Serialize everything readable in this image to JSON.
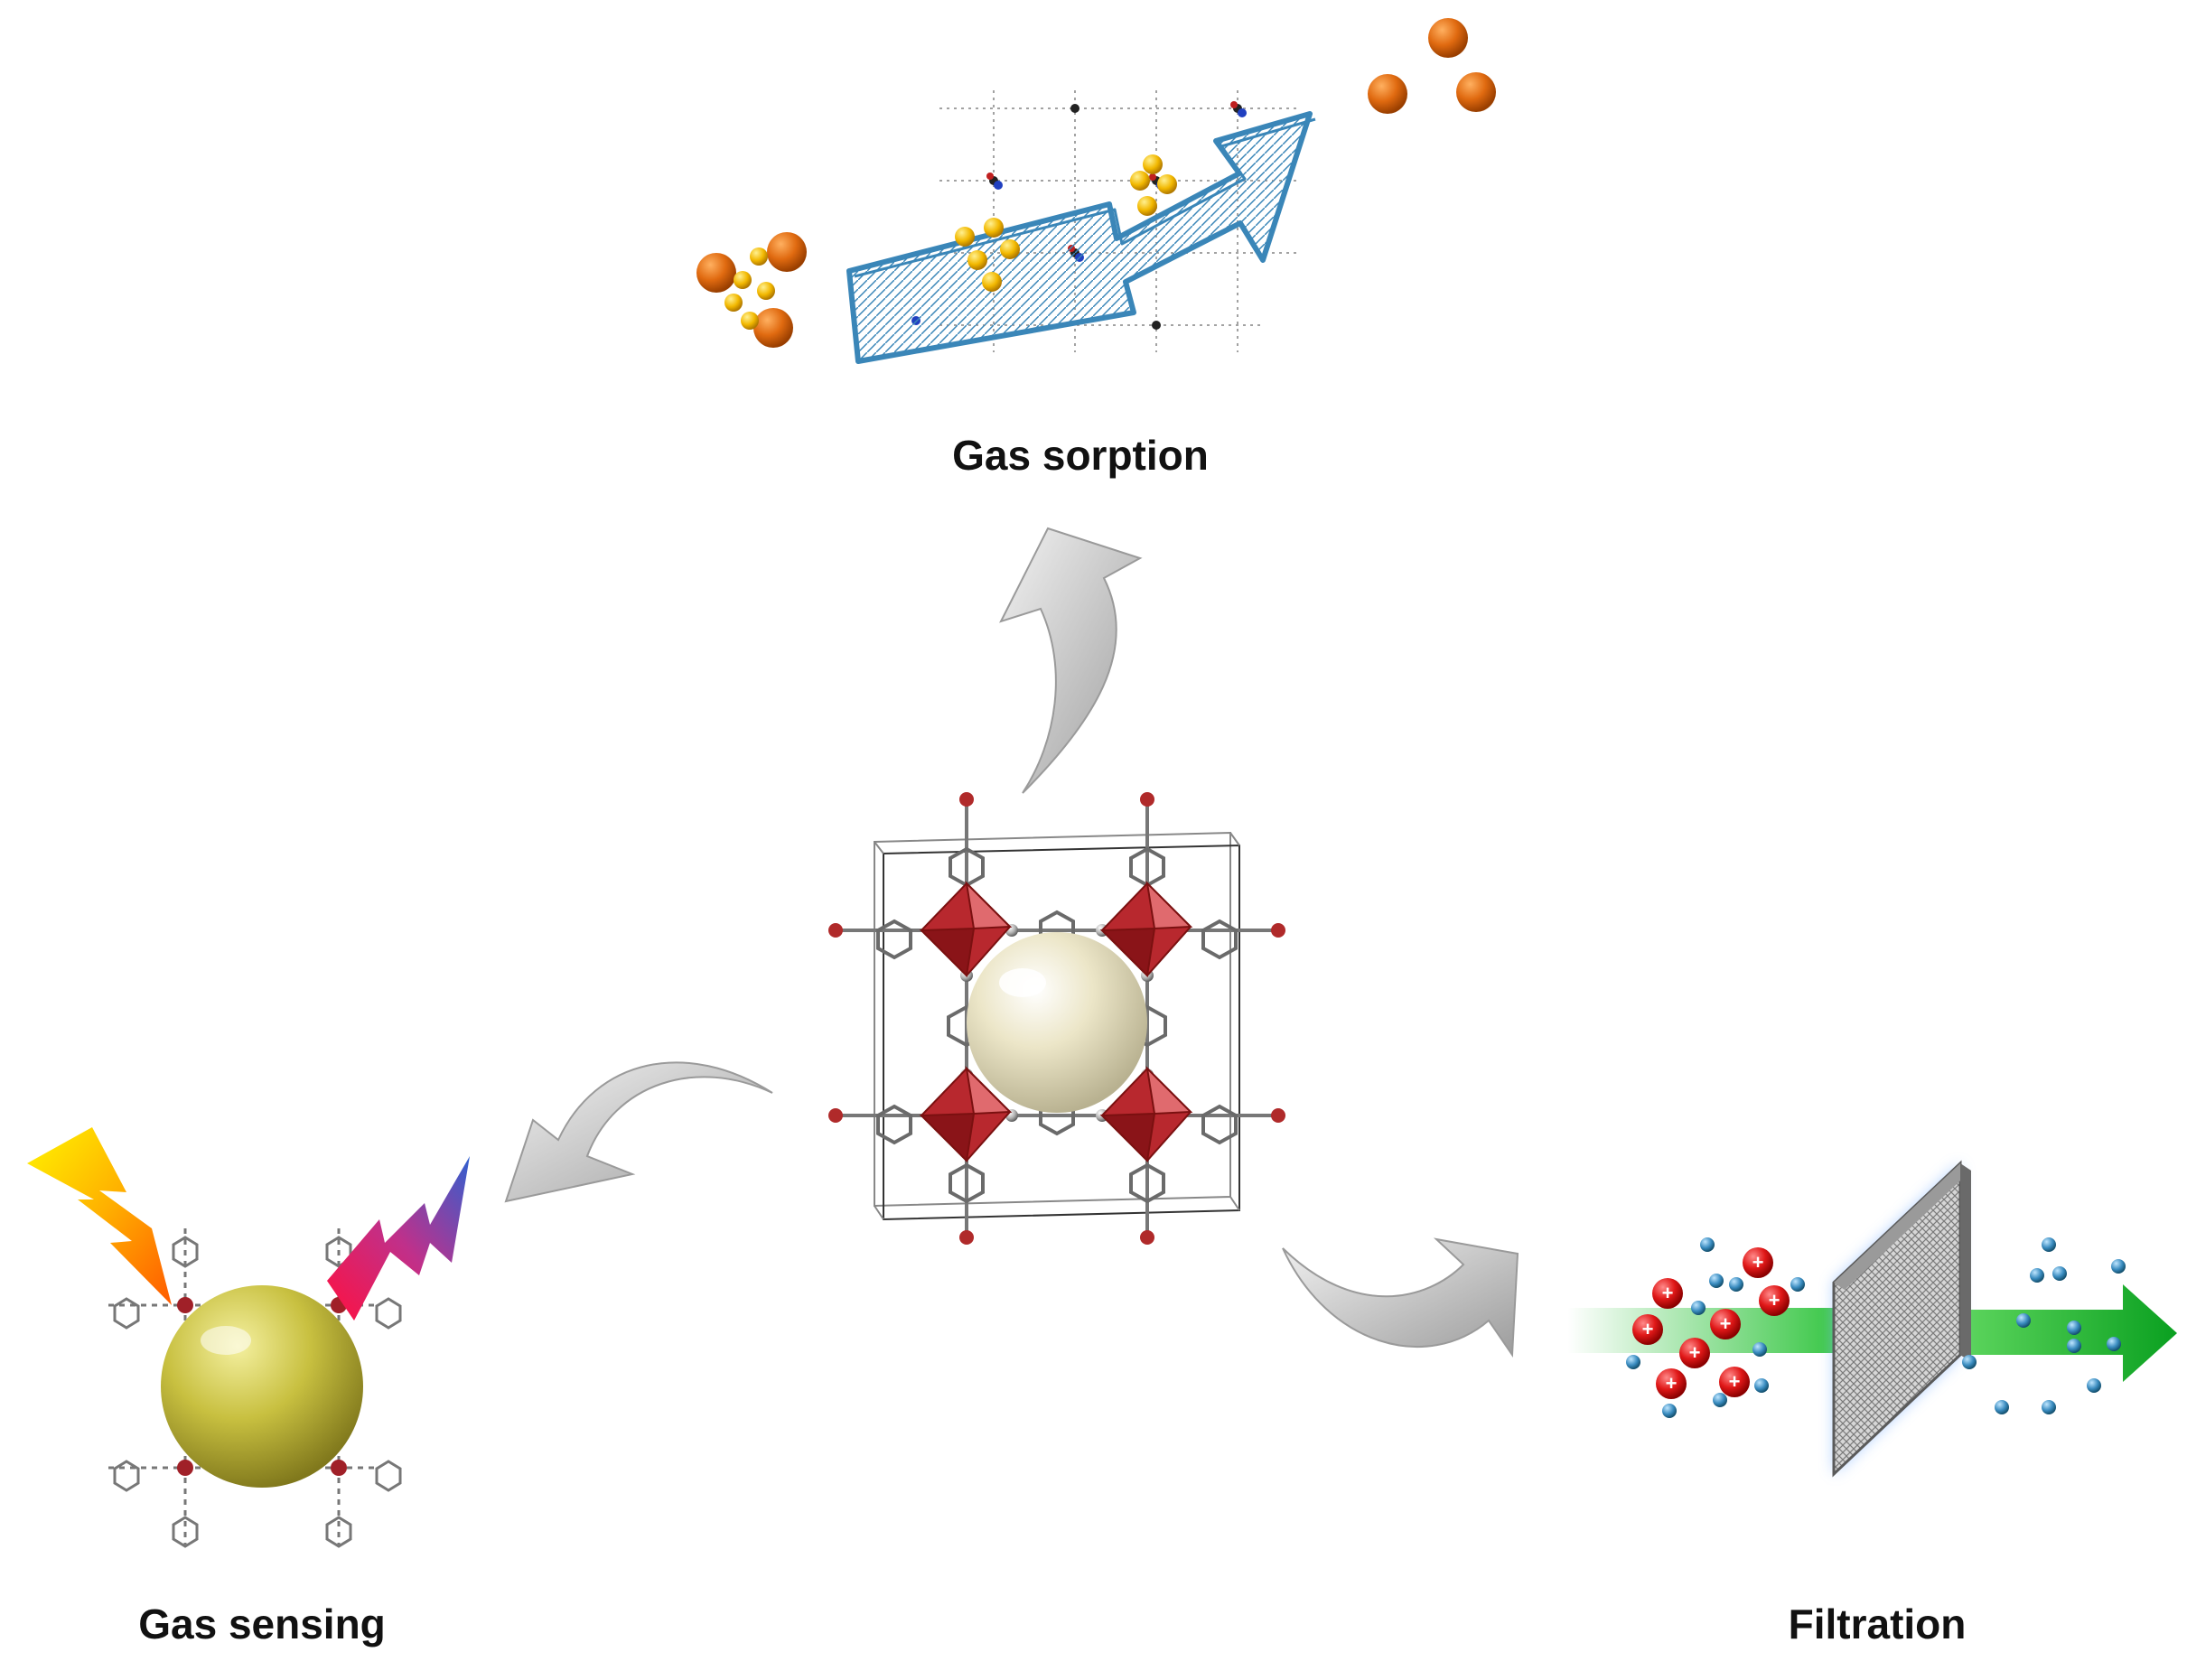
{
  "labels": {
    "gas_sorption": "Gas sorption",
    "gas_sensing": "Gas sensing",
    "filtration": "Filtration"
  },
  "ion_symbol": "+",
  "colors": {
    "gas_molecule": "#e06a10",
    "guest_sphere": "#f2b800",
    "sketch_arrow": "#3a86b8",
    "pore_sphere": "#ece6c8",
    "metal_cluster": "#b8282e",
    "sensing_sphere": "#c8c040",
    "cation": "#e01818",
    "small_ion": "#3a8cc0",
    "flow_arrow": "#22c030",
    "curved_arrow": "#b4b4b4",
    "light_in": "#ffb000",
    "light_out": "#e0206a"
  }
}
